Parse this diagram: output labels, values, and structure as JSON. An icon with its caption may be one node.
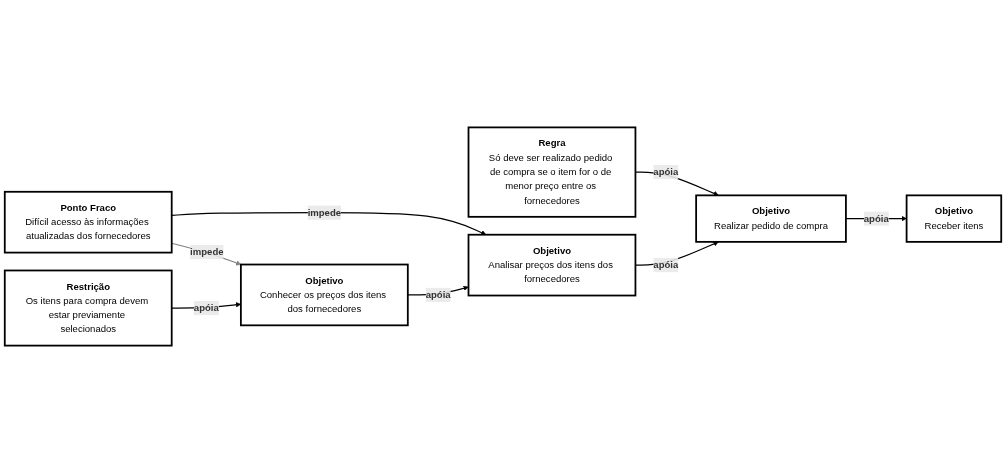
{
  "diagram": {
    "nodes": [
      {
        "text": [
          "Objetivo",
          "Realizar pedido de compra"
        ]
      },
      {
        "text": [
          "Objetivo",
          "Receber itens"
        ]
      },
      {
        "text": [
          "Regra",
          "Só deve ser realizado pedido de compra se o item for o de menor preço entre os fornecedores"
        ]
      },
      {
        "text": [
          "Ponto Fraco",
          "Difícil acesso às informações atualizadas dos fornecedores"
        ]
      },
      {
        "text": [
          "Objetivo",
          "Analisar preços dos itens dos fornecedores"
        ]
      },
      {
        "text": [
          "Restrição",
          "Os itens para compra devem estar previamente selecionados"
        ]
      },
      {
        "text": [
          "Objetivo",
          "Conhecer os preços dos itens dos fornecedores"
        ]
      }
    ],
    "edges": [
      {
        "from": 2,
        "to": 0,
        "arrow": "to",
        "label": "apóia"
      },
      {
        "from": 0,
        "to": 1,
        "arrow": "to",
        "label": "apóia"
      },
      {
        "from": 4,
        "to": 0,
        "arrow": "to",
        "label": "apóia"
      },
      {
        "from": 3,
        "to": 4,
        "arrow": "to",
        "label": "impede"
      },
      {
        "from": 6,
        "to": 4,
        "arrow": "to",
        "label": "apóia"
      },
      {
        "from": 5,
        "to": 6,
        "arrow": "to",
        "label": "apóia"
      },
      {
        "from": 3,
        "to": 6,
        "arrow": "to",
        "label": "impede",
        "color": "#808080"
      }
    ]
  }
}
